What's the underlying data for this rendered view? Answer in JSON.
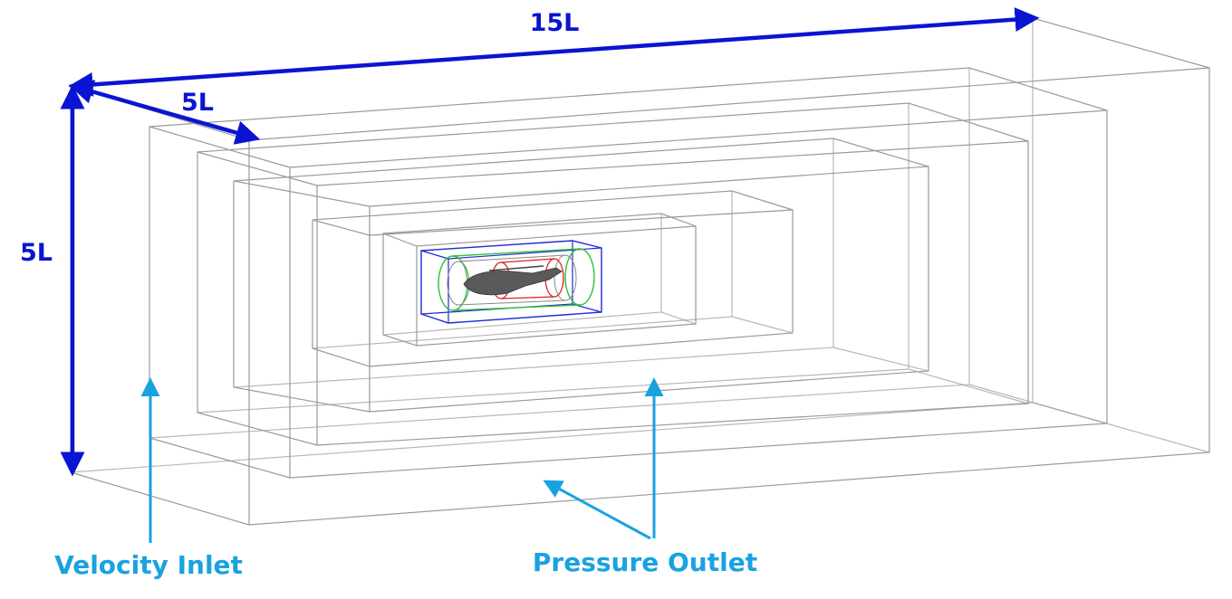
{
  "dimensions": {
    "length": "15L",
    "depth": "5L",
    "height": "5L"
  },
  "boundaries": {
    "inlet": "Velocity Inlet",
    "outlet": "Pressure Outlet"
  },
  "colors": {
    "dimension": "#0a14d2",
    "boundary_label": "#19a2e0",
    "box_edges": "#9a9a9a",
    "inner_box": "#1f2bd6",
    "cylinder_green": "#2fbf3a",
    "cylinder_red": "#e02020",
    "body": "#5a5a5a"
  }
}
